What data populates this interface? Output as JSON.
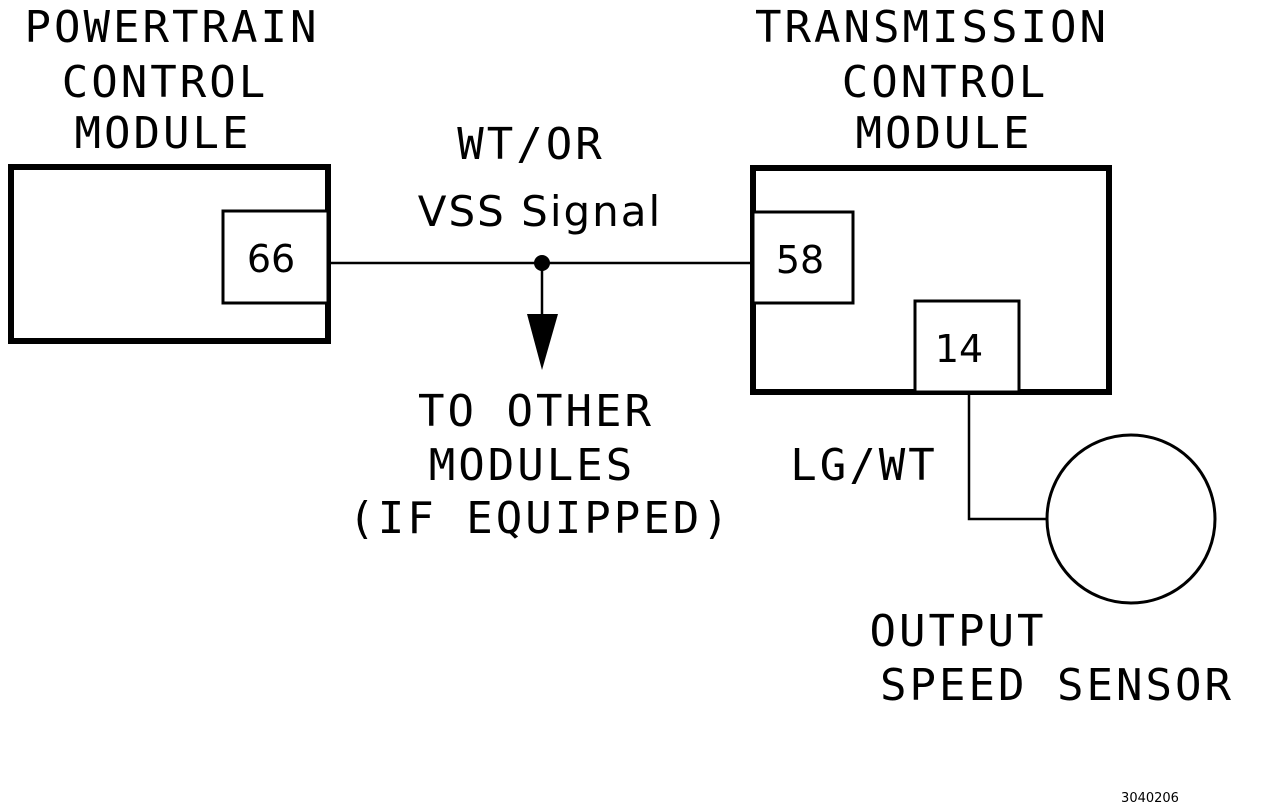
{
  "pcm": {
    "title_lines": [
      "POWERTRAIN",
      "CONTROL",
      "MODULE"
    ],
    "pin": "66"
  },
  "tcm": {
    "title_lines": [
      "TRANSMISSION",
      "CONTROL",
      "MODULE"
    ],
    "pin_signal": "58",
    "pin_sensor": "14"
  },
  "signal_wire": {
    "color_code": "WT/OR",
    "name": "VSS Signal"
  },
  "branch": {
    "lines": [
      "TO OTHER",
      "MODULES",
      "(IF EQUIPPED)"
    ]
  },
  "sensor_wire": {
    "color_code": "LG/WT"
  },
  "sensor": {
    "lines": [
      "OUTPUT",
      "SPEED SENSOR"
    ]
  },
  "figure_id": "3040206",
  "colors": {
    "ink": "#000000",
    "paper": "#ffffff"
  }
}
